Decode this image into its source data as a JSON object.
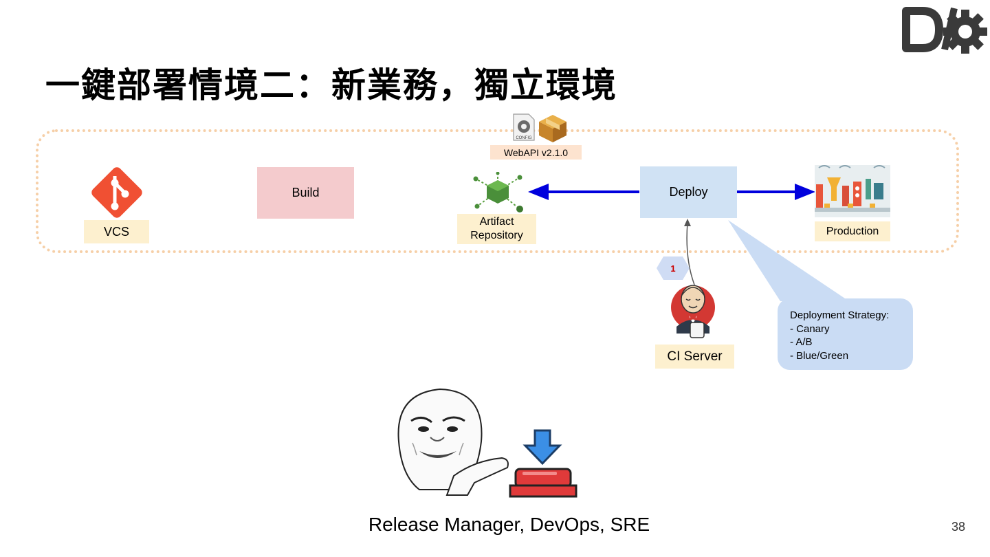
{
  "slide": {
    "title": "一鍵部署情境二：新業務，獨立環境",
    "page_number": "38",
    "footer": "Release Manager, DevOps, SRE"
  },
  "pipeline": {
    "vcs_label": "VCS",
    "build_label": "Build",
    "artifact_label_line1": "Artifact",
    "artifact_label_line2": "Repository",
    "artifact_version": "WebAPI v2.1.0",
    "config_icon_text": "CONFIG",
    "deploy_label": "Deploy",
    "production_label": "Production"
  },
  "ci": {
    "label": "CI Server",
    "badge": "1"
  },
  "callout": {
    "heading": "Deployment Strategy:",
    "items": [
      "- Canary",
      "- A/B",
      "- Blue/Green"
    ]
  },
  "colors": {
    "git": "#f05033",
    "arrow": "#0000dd",
    "build": "#f4cbcd",
    "deploy": "#d0e2f4",
    "label_bg": "#fdf0cf",
    "callout": "#cadcf4",
    "artifact_cube": "#4a8f3a",
    "button": "#e03a3a",
    "down_arrow": "#3b8fe6"
  }
}
